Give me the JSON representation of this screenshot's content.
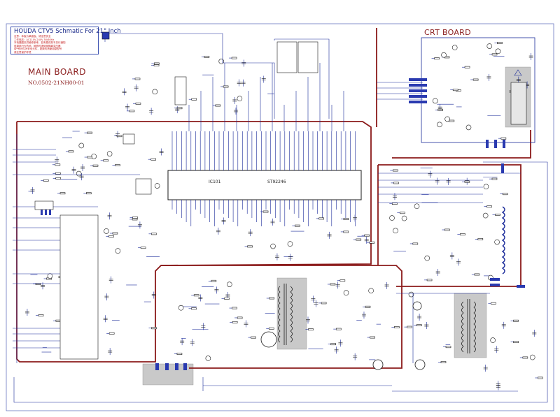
{
  "title": {
    "main": "HOUDA CTV5 Schmatic For 21\" Inch",
    "notes": [
      "注意：本板为单面板，请注意安全",
      "工作电压：AC110V-240V 50/60Hz",
      "本电路图仅供维修参考，如有更改恕不另行通知",
      "电源部分为热地，维修时请使用隔离变压器",
      "带*号元件为安全元件，更换时请使用原型号",
      "请注意保护环境"
    ]
  },
  "boards": {
    "main": "MAIN BOARD",
    "main_no": "NO.0502-21NH00-01",
    "crt": "CRT BOARD"
  },
  "ics": {
    "main_ic_ref": "IC101",
    "main_ic_part": "ST92246"
  },
  "colors": {
    "board_outline": "#8b1a1a",
    "wire": "#1a2a9a",
    "text": "#222222",
    "hot_area": "#c8c8c8"
  }
}
